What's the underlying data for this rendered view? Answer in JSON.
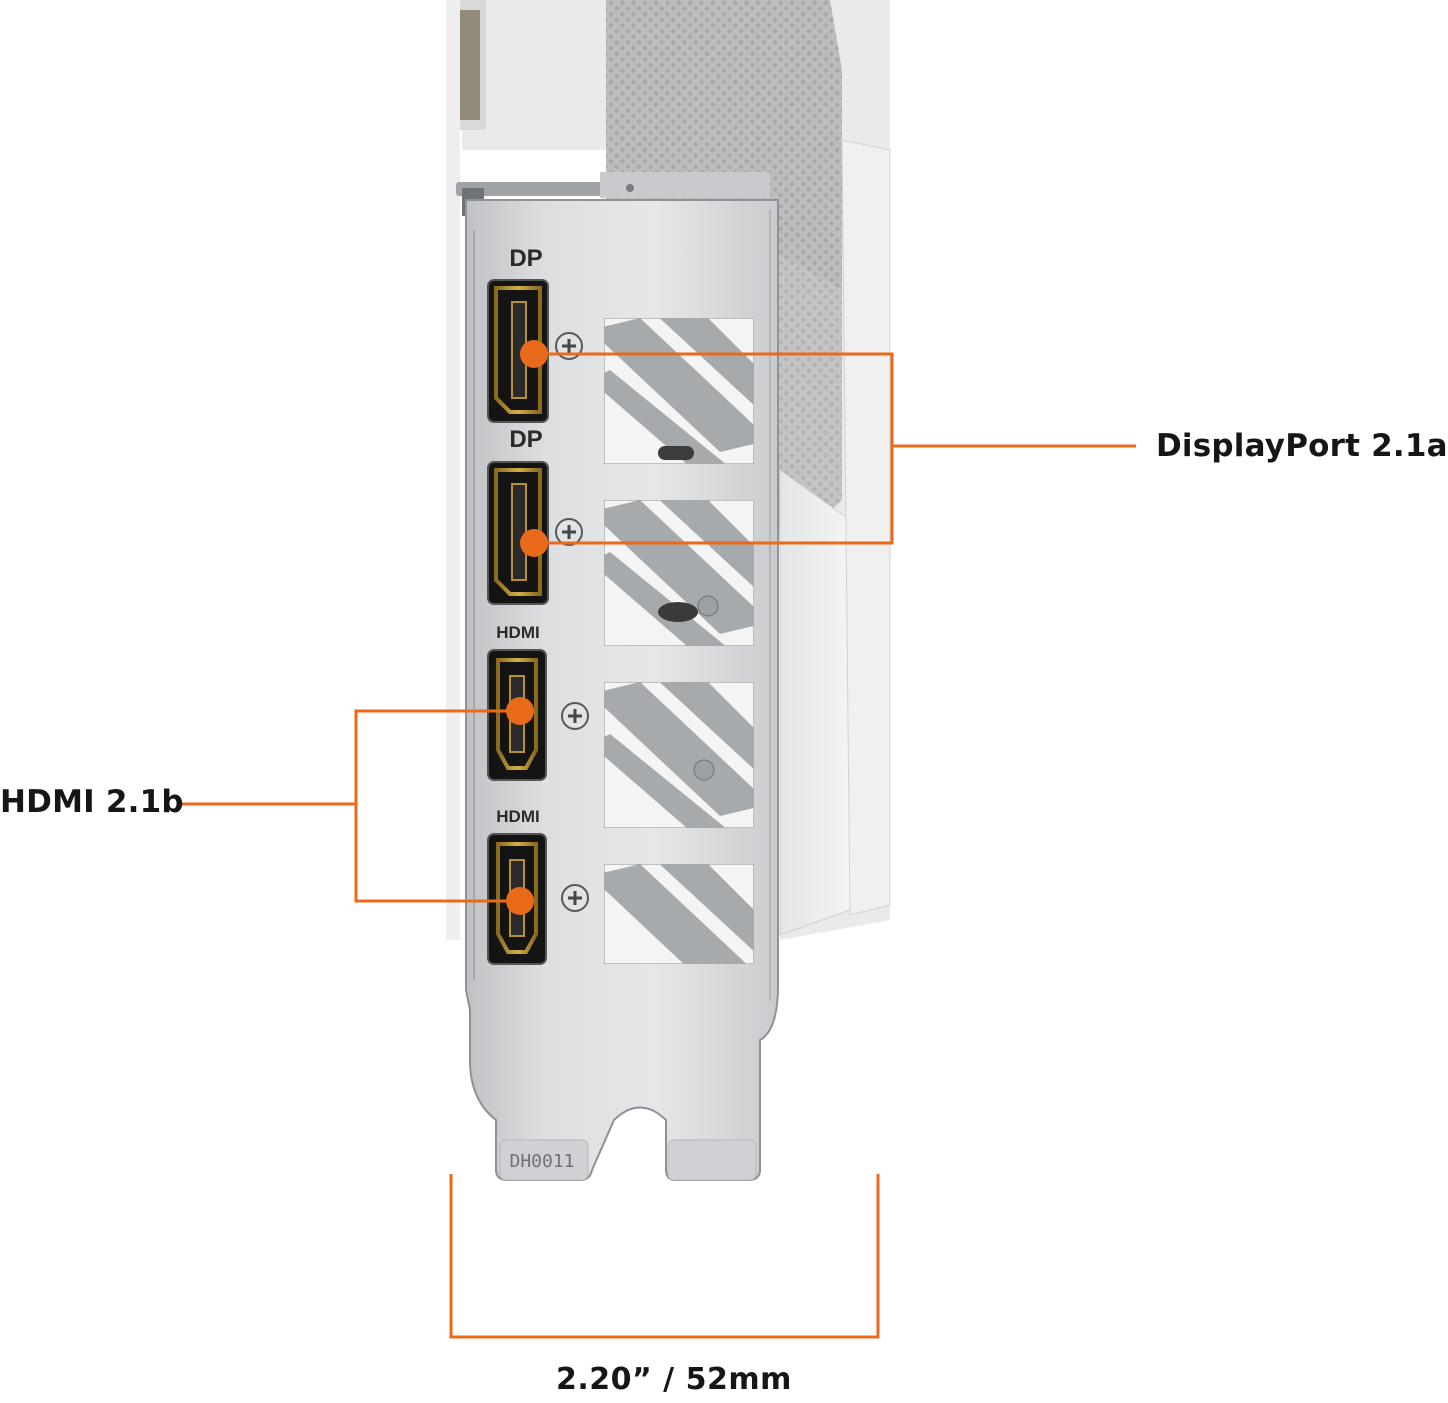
{
  "photo": {
    "subject": "graphics-card-io-bracket",
    "colors": {
      "accent": "#e86a1a",
      "bracket": "#d4d6d9",
      "port_gold": "#b8902e",
      "port_black": "#141414"
    }
  },
  "port_labels": {
    "dp_top": "DP",
    "dp_bottom": "DP",
    "hdmi_top": "HDMI",
    "hdmi_bottom": "HDMI"
  },
  "bracket_marking": "DH0011",
  "callouts": {
    "displayport": "DisplayPort 2.1a",
    "hdmi": "HDMI 2.1b",
    "width": "2.20” / 52mm"
  }
}
